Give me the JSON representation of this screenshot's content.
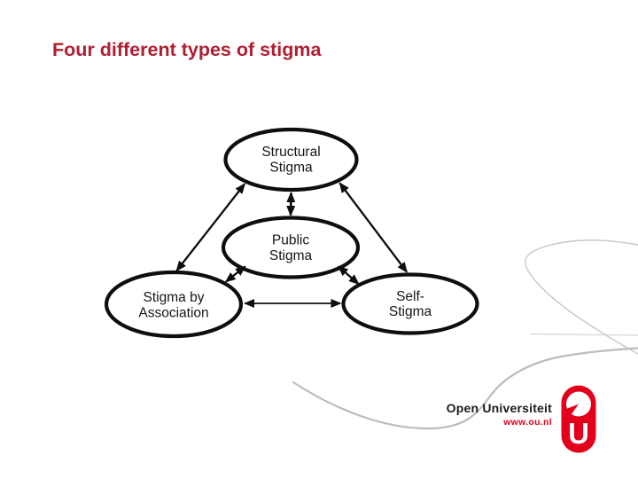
{
  "slide": {
    "title": "Four different types of stigma"
  },
  "diagram": {
    "nodes": [
      {
        "id": "structural-stigma",
        "line1": "Structural",
        "line2": "Stigma"
      },
      {
        "id": "public-stigma",
        "line1": "Public",
        "line2": "Stigma"
      },
      {
        "id": "stigma-by-association",
        "line1": "Stigma by",
        "line2": "Association"
      },
      {
        "id": "self-stigma",
        "line1": "Self-",
        "line2": "Stigma"
      }
    ],
    "edges": [
      {
        "from": "structural-stigma",
        "to": "public-stigma",
        "bidirectional": true
      },
      {
        "from": "structural-stigma",
        "to": "stigma-by-association",
        "bidirectional": true
      },
      {
        "from": "structural-stigma",
        "to": "self-stigma",
        "bidirectional": true
      },
      {
        "from": "public-stigma",
        "to": "stigma-by-association",
        "bidirectional": true
      },
      {
        "from": "public-stigma",
        "to": "self-stigma",
        "bidirectional": true
      },
      {
        "from": "stigma-by-association",
        "to": "self-stigma",
        "bidirectional": true
      }
    ]
  },
  "footer": {
    "brand": "Open Universiteit",
    "url": "www.ou.nl",
    "monogram": "U"
  },
  "colors": {
    "title": "#b01e31",
    "diagram_stroke": "#0e0e0e",
    "logo_red": "#e2001a",
    "brand_text": "#1b1b1b",
    "deco_gray": "#c4c4c4"
  }
}
